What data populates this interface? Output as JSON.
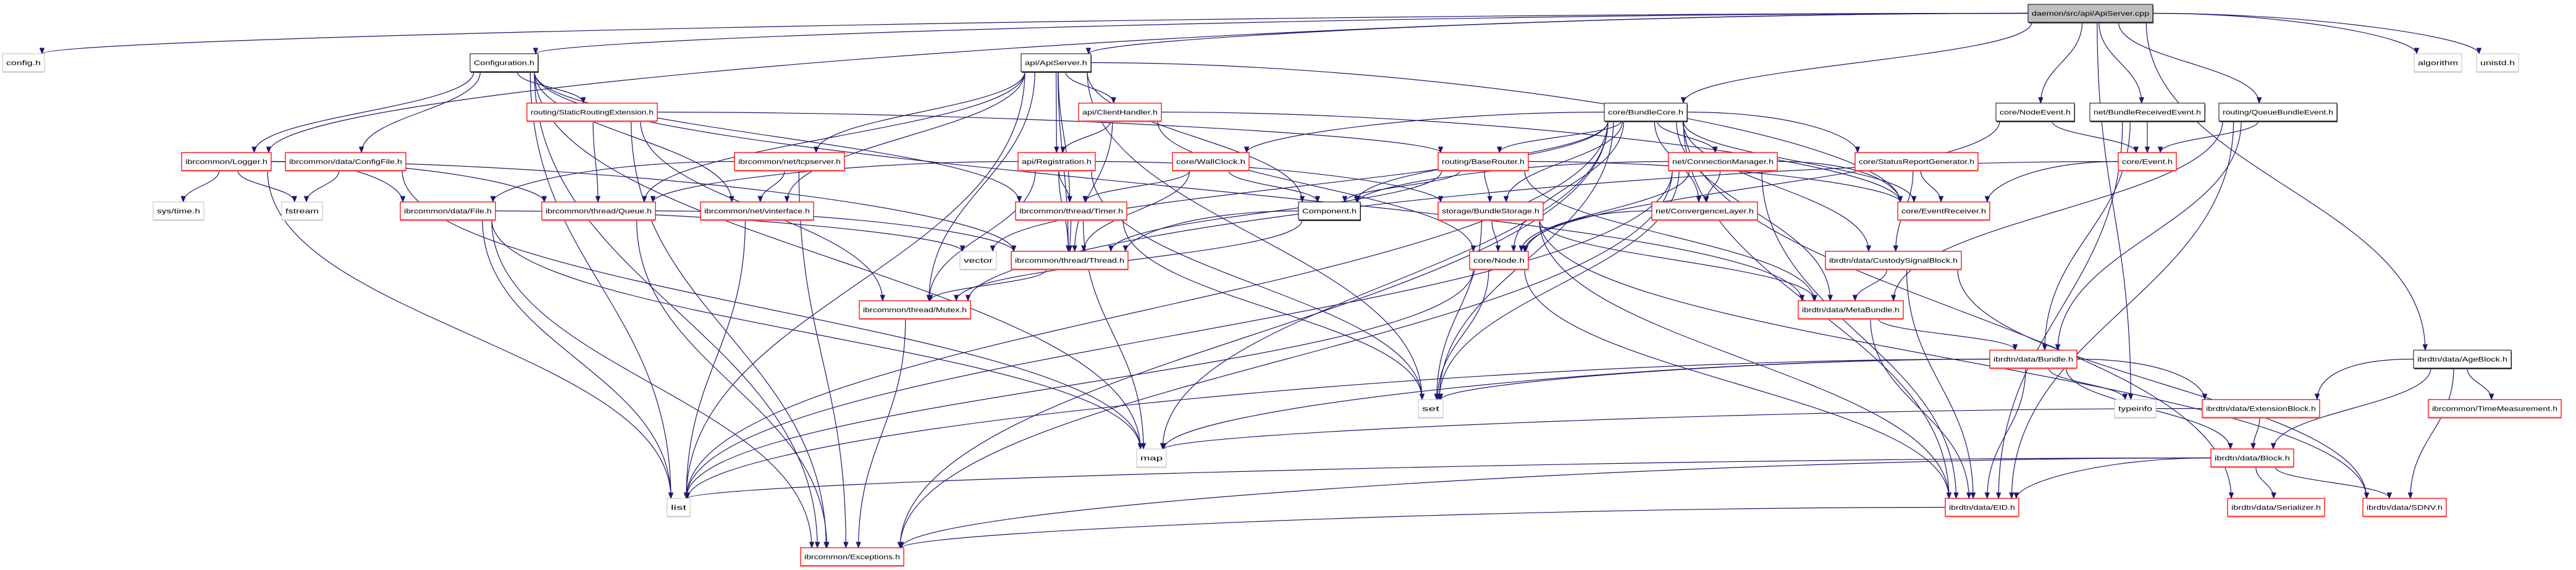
{
  "graph": {
    "edge_color": "#191970",
    "style_colors": {
      "root_fill": "#bfbfbf",
      "documented": "#000000",
      "truncated": "#ff0000",
      "external": "#bfbfbf"
    },
    "nodes": [
      {
        "id": "cpp",
        "label": "daemon/src/api/ApiServer.cpp",
        "style": "root"
      },
      {
        "id": "config",
        "label": "config.h",
        "style": "external"
      },
      {
        "id": "configuration",
        "label": "Configuration.h",
        "style": "documented"
      },
      {
        "id": "apiserver",
        "label": "api/ApiServer.h",
        "style": "documented"
      },
      {
        "id": "algorithm",
        "label": "algorithm",
        "style": "external"
      },
      {
        "id": "unistd",
        "label": "unistd.h",
        "style": "external"
      },
      {
        "id": "staticrouting",
        "label": "routing/StaticRoutingExtension.h",
        "style": "truncated"
      },
      {
        "id": "clienthandler",
        "label": "api/ClientHandler.h",
        "style": "truncated"
      },
      {
        "id": "bundlecore",
        "label": "core/BundleCore.h",
        "style": "documented"
      },
      {
        "id": "nodeevent",
        "label": "core/NodeEvent.h",
        "style": "documented"
      },
      {
        "id": "bre",
        "label": "net/BundleReceivedEvent.h",
        "style": "documented"
      },
      {
        "id": "qbe",
        "label": "routing/QueueBundleEvent.h",
        "style": "documented"
      },
      {
        "id": "logger",
        "label": "ibrcommon/Logger.h",
        "style": "truncated"
      },
      {
        "id": "configfile",
        "label": "ibrcommon/data/ConfigFile.h",
        "style": "truncated"
      },
      {
        "id": "tcpserver",
        "label": "ibrcommon/net/tcpserver.h",
        "style": "truncated"
      },
      {
        "id": "registration",
        "label": "api/Registration.h",
        "style": "truncated"
      },
      {
        "id": "wallclock",
        "label": "core/WallClock.h",
        "style": "truncated"
      },
      {
        "id": "baserouter",
        "label": "routing/BaseRouter.h",
        "style": "truncated"
      },
      {
        "id": "connmgr",
        "label": "net/ConnectionManager.h",
        "style": "truncated"
      },
      {
        "id": "srg",
        "label": "core/StatusReportGenerator.h",
        "style": "truncated"
      },
      {
        "id": "event",
        "label": "core/Event.h",
        "style": "truncated"
      },
      {
        "id": "systime",
        "label": "sys/time.h",
        "style": "external"
      },
      {
        "id": "fstream",
        "label": "fstream",
        "style": "external"
      },
      {
        "id": "file",
        "label": "ibrcommon/data/File.h",
        "style": "truncated"
      },
      {
        "id": "queue",
        "label": "ibrcommon/thread/Queue.h",
        "style": "truncated"
      },
      {
        "id": "vinterface",
        "label": "ibrcommon/net/vinterface.h",
        "style": "truncated"
      },
      {
        "id": "timer",
        "label": "ibrcommon/thread/Timer.h",
        "style": "truncated"
      },
      {
        "id": "component",
        "label": "Component.h",
        "style": "documented"
      },
      {
        "id": "bstorage",
        "label": "storage/BundleStorage.h",
        "style": "truncated"
      },
      {
        "id": "convlayer",
        "label": "net/ConvergenceLayer.h",
        "style": "truncated"
      },
      {
        "id": "eventreceiver",
        "label": "core/EventReceiver.h",
        "style": "truncated"
      },
      {
        "id": "vector",
        "label": "vector",
        "style": "external"
      },
      {
        "id": "thread",
        "label": "ibrcommon/thread/Thread.h",
        "style": "truncated"
      },
      {
        "id": "node",
        "label": "core/Node.h",
        "style": "truncated"
      },
      {
        "id": "custody",
        "label": "ibrdtn/data/CustodySignalBlock.h",
        "style": "truncated"
      },
      {
        "id": "mutex",
        "label": "ibrcommon/thread/Mutex.h",
        "style": "truncated"
      },
      {
        "id": "metabundle",
        "label": "ibrdtn/data/MetaBundle.h",
        "style": "truncated"
      },
      {
        "id": "bundle",
        "label": "ibrdtn/data/Bundle.h",
        "style": "truncated"
      },
      {
        "id": "ageblock",
        "label": "ibrdtn/data/AgeBlock.h",
        "style": "documented"
      },
      {
        "id": "set",
        "label": "set",
        "style": "external"
      },
      {
        "id": "typeinfo",
        "label": "typeinfo",
        "style": "external"
      },
      {
        "id": "extblock",
        "label": "ibrdtn/data/ExtensionBlock.h",
        "style": "truncated"
      },
      {
        "id": "timemeas",
        "label": "ibrcommon/TimeMeasurement.h",
        "style": "truncated"
      },
      {
        "id": "map",
        "label": "map",
        "style": "external"
      },
      {
        "id": "block",
        "label": "ibrdtn/data/Block.h",
        "style": "truncated"
      },
      {
        "id": "list",
        "label": "list",
        "style": "external"
      },
      {
        "id": "eid",
        "label": "ibrdtn/data/EID.h",
        "style": "truncated"
      },
      {
        "id": "serializer",
        "label": "ibrdtn/data/Serializer.h",
        "style": "truncated"
      },
      {
        "id": "sdnv",
        "label": "ibrdtn/data/SDNV.h",
        "style": "truncated"
      },
      {
        "id": "exceptions",
        "label": "ibrcommon/Exceptions.h",
        "style": "truncated"
      }
    ],
    "edges": [
      [
        "cpp",
        "config"
      ],
      [
        "cpp",
        "configuration"
      ],
      [
        "cpp",
        "apiserver"
      ],
      [
        "cpp",
        "logger"
      ],
      [
        "cpp",
        "bundlecore"
      ],
      [
        "cpp",
        "nodeevent"
      ],
      [
        "cpp",
        "bre"
      ],
      [
        "cpp",
        "qbe"
      ],
      [
        "cpp",
        "algorithm"
      ],
      [
        "cpp",
        "unistd"
      ],
      [
        "cpp",
        "ageblock"
      ],
      [
        "cpp",
        "typeinfo"
      ],
      [
        "configuration",
        "logger"
      ],
      [
        "configuration",
        "configfile"
      ],
      [
        "configuration",
        "staticrouting"
      ],
      [
        "configuration",
        "vinterface"
      ],
      [
        "configuration",
        "list"
      ],
      [
        "configuration",
        "map"
      ],
      [
        "configuration",
        "exceptions"
      ],
      [
        "configuration",
        "timer"
      ],
      [
        "configuration",
        "metabundle"
      ],
      [
        "staticrouting",
        "queue"
      ],
      [
        "staticrouting",
        "baserouter"
      ],
      [
        "staticrouting",
        "mutex"
      ],
      [
        "staticrouting",
        "exceptions"
      ],
      [
        "logger",
        "systime"
      ],
      [
        "logger",
        "fstream"
      ],
      [
        "logger",
        "file"
      ],
      [
        "logger",
        "queue"
      ],
      [
        "logger",
        "list"
      ],
      [
        "logger",
        "thread"
      ],
      [
        "configfile",
        "fstream"
      ],
      [
        "configfile",
        "map"
      ],
      [
        "tcpserver",
        "file"
      ],
      [
        "tcpserver",
        "vinterface"
      ],
      [
        "tcpserver",
        "exceptions"
      ],
      [
        "file",
        "list"
      ],
      [
        "file",
        "map"
      ],
      [
        "file",
        "exceptions"
      ],
      [
        "file",
        "vector"
      ],
      [
        "queue",
        "thread"
      ],
      [
        "queue",
        "exceptions"
      ],
      [
        "vinterface",
        "list"
      ],
      [
        "apiserver",
        "clienthandler"
      ],
      [
        "apiserver",
        "registration"
      ],
      [
        "apiserver",
        "timer"
      ],
      [
        "apiserver",
        "thread"
      ],
      [
        "apiserver",
        "mutex"
      ],
      [
        "apiserver",
        "component"
      ],
      [
        "apiserver",
        "queue"
      ],
      [
        "apiserver",
        "vinterface"
      ],
      [
        "apiserver",
        "tcpserver"
      ],
      [
        "apiserver",
        "list"
      ],
      [
        "apiserver",
        "set"
      ],
      [
        "apiserver",
        "eventreceiver"
      ],
      [
        "clienthandler",
        "registration"
      ],
      [
        "clienthandler",
        "thread"
      ],
      [
        "clienthandler",
        "node"
      ],
      [
        "clienthandler",
        "eventreceiver"
      ],
      [
        "registration",
        "timer"
      ],
      [
        "registration",
        "thread"
      ],
      [
        "registration",
        "queue"
      ],
      [
        "registration",
        "bstorage"
      ],
      [
        "registration",
        "set"
      ],
      [
        "registration",
        "mutex"
      ],
      [
        "wallclock",
        "timer"
      ],
      [
        "wallclock",
        "thread"
      ],
      [
        "wallclock",
        "component"
      ],
      [
        "bundlecore",
        "wallclock"
      ],
      [
        "bundlecore",
        "component"
      ],
      [
        "bundlecore",
        "baserouter"
      ],
      [
        "bundlecore",
        "bstorage"
      ],
      [
        "bundlecore",
        "connmgr"
      ],
      [
        "bundlecore",
        "convlayer"
      ],
      [
        "bundlecore",
        "srg"
      ],
      [
        "bundlecore",
        "eventreceiver"
      ],
      [
        "bundlecore",
        "vector"
      ],
      [
        "bundlecore",
        "set"
      ],
      [
        "bundlecore",
        "map"
      ],
      [
        "bundlecore",
        "list"
      ],
      [
        "bundlecore",
        "node"
      ],
      [
        "bundlecore",
        "metabundle"
      ],
      [
        "bundlecore",
        "eid"
      ],
      [
        "bundlecore",
        "serializer"
      ],
      [
        "bundlecore",
        "exceptions"
      ],
      [
        "bundlecore",
        "custody"
      ],
      [
        "baserouter",
        "component"
      ],
      [
        "baserouter",
        "bstorage"
      ],
      [
        "baserouter",
        "thread"
      ],
      [
        "baserouter",
        "eventreceiver"
      ],
      [
        "baserouter",
        "metabundle"
      ],
      [
        "connmgr",
        "component"
      ],
      [
        "connmgr",
        "convlayer"
      ],
      [
        "connmgr",
        "eventreceiver"
      ],
      [
        "connmgr",
        "node"
      ],
      [
        "connmgr",
        "set"
      ],
      [
        "connmgr",
        "list"
      ],
      [
        "connmgr",
        "eid"
      ],
      [
        "connmgr",
        "exceptions"
      ],
      [
        "bstorage",
        "node"
      ],
      [
        "bstorage",
        "set"
      ],
      [
        "bstorage",
        "metabundle"
      ],
      [
        "bstorage",
        "eid"
      ],
      [
        "bstorage",
        "sdnv"
      ],
      [
        "convlayer",
        "node"
      ],
      [
        "node",
        "set"
      ],
      [
        "node",
        "list"
      ],
      [
        "node",
        "eid"
      ],
      [
        "component",
        "thread"
      ],
      [
        "component",
        "mutex"
      ],
      [
        "timer",
        "thread"
      ],
      [
        "timer",
        "set"
      ],
      [
        "timer",
        "map"
      ],
      [
        "thread",
        "mutex"
      ],
      [
        "mutex",
        "exceptions"
      ],
      [
        "srg",
        "eventreceiver"
      ],
      [
        "srg",
        "custody"
      ],
      [
        "event",
        "eventreceiver"
      ],
      [
        "event",
        "mutex"
      ],
      [
        "nodeevent",
        "event"
      ],
      [
        "nodeevent",
        "node"
      ],
      [
        "bre",
        "event"
      ],
      [
        "bre",
        "bundle"
      ],
      [
        "bre",
        "eid"
      ],
      [
        "qbe",
        "event"
      ],
      [
        "qbe",
        "metabundle"
      ],
      [
        "qbe",
        "eid"
      ],
      [
        "qbe",
        "bundle"
      ],
      [
        "custody",
        "metabundle"
      ],
      [
        "custody",
        "eid"
      ],
      [
        "custody",
        "sdnv"
      ],
      [
        "metabundle",
        "bundle"
      ],
      [
        "metabundle",
        "eid"
      ],
      [
        "bundle",
        "set"
      ],
      [
        "bundle",
        "map"
      ],
      [
        "bundle",
        "list"
      ],
      [
        "bundle",
        "eid"
      ],
      [
        "bundle",
        "typeinfo"
      ],
      [
        "bundle",
        "extblock"
      ],
      [
        "bundle",
        "block"
      ],
      [
        "ageblock",
        "extblock"
      ],
      [
        "ageblock",
        "timemeas"
      ],
      [
        "ageblock",
        "block"
      ],
      [
        "ageblock",
        "sdnv"
      ],
      [
        "extblock",
        "map"
      ],
      [
        "extblock",
        "block"
      ],
      [
        "block",
        "list"
      ],
      [
        "block",
        "eid"
      ],
      [
        "block",
        "serializer"
      ],
      [
        "block",
        "sdnv"
      ],
      [
        "block",
        "exceptions"
      ],
      [
        "eid",
        "exceptions"
      ]
    ]
  }
}
